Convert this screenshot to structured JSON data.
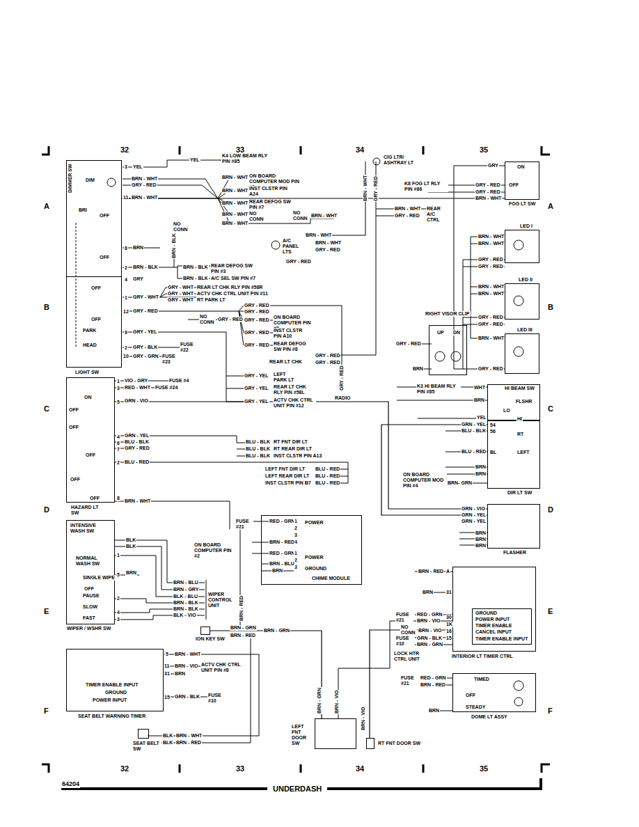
{
  "diagram": {
    "title": "UNDERDASH",
    "nodes": [
      {
        "text": [
          "LIGHT SW"
        ]
      },
      {
        "text": [
          "DIMMER SW"
        ],
        "in": 0
      },
      {
        "text": [
          "HAZARD LT SW"
        ]
      },
      {
        "text": [
          "WIPER / WSHR SW"
        ]
      },
      {
        "text": [
          "SEAT BELT WARNING TIMER"
        ]
      },
      {
        "text": [
          "SEAT BELT SW"
        ]
      },
      {
        "text": [
          "ION KEY SW"
        ]
      },
      {
        "text": [
          "CHIME MODULE"
        ]
      },
      {
        "text": [
          "FOG LT SW"
        ]
      },
      {
        "text": [
          "LED I"
        ]
      },
      {
        "text": [
          "LED II"
        ]
      },
      {
        "text": [
          "LED III"
        ]
      },
      {
        "text": [
          "RIGHT VISOR CLIP"
        ]
      },
      {
        "text": [
          "HI BEAM SW"
        ]
      },
      {
        "text": [
          "DIR LT SW"
        ]
      },
      {
        "text": [
          "FLASHER"
        ]
      },
      {
        "text": [
          "INTERIOR LT TIMER CTRL"
        ]
      },
      {
        "text": [
          "GROUND",
          "POWER INPUT",
          "TIMER ENABLE",
          "CANCEL INPUT",
          "TIMER ENABLE INPUT"
        ],
        "in": 16
      },
      {
        "text": [
          "DOME LT ASSY"
        ]
      },
      {
        "text": [
          "LEFT FNT DOOR SW"
        ]
      },
      {
        "text": [
          "RT FNT DOOR SW"
        ]
      }
    ],
    "edges": [
      {
        "from": 6,
        "to": 19,
        "arrow": "none"
      },
      {
        "from": 20,
        "to": 16,
        "arrow": "none"
      },
      {
        "from": 2,
        "to": 15,
        "arrow": "none"
      },
      {
        "from": 14,
        "to": 15,
        "arrow": "none"
      },
      {
        "from": 0,
        "to": 8,
        "arrow": "none"
      }
    ],
    "labels": [
      "32",
      "33",
      "34",
      "35",
      "32",
      "33",
      "34",
      "35",
      "A",
      "A",
      "B",
      "B",
      "C",
      "C",
      "D",
      "D",
      "E",
      "E",
      "F",
      "F",
      "64204",
      "3",
      "YEL",
      "YEL",
      "K4 LOW BEAM RLY PIN #85",
      "BRN - WHT",
      "GRY - RED",
      "11",
      "BRN - WHT",
      "DIM",
      "BRI",
      "OFF",
      "OFF",
      "8",
      "BRN",
      "2",
      "BRN - BLK",
      "4",
      "GRY",
      "1",
      "GRY - WHT",
      "12",
      "GRY - RED",
      "9",
      "GRY - YEL",
      "2",
      "GRY - BLK",
      "10",
      "GRY - GRN",
      "FUSE #22",
      "FUSE #23",
      "OFF",
      "OFF",
      "PARK",
      "HEAD",
      "BRN - WHT",
      "ON BOARD COMPUTER MOD PIN #9",
      "BRN - WHT",
      "INST CLSTR PIN A24",
      "BRN - WHT",
      "REAR DEFOG SW PIN #7",
      "BRN - WHT",
      "NO CONN",
      "BRN - WHT",
      "NO CONN",
      "BRN - WHT",
      "CIG LTR/ ASHTRAY LT",
      "BRN - WHT",
      "GRY - RED",
      "BRN - WHT",
      "GRY - RED",
      "REAR A/C CTRL",
      "NO CONN",
      "BRN - BLK",
      "BRN - BLK",
      "REAR DEFOG SW PIN #3",
      "BRN - BLK",
      "A/C SEL SW PIN #7",
      "A/C PANEL LTS",
      "BRN - WHT",
      "GRY - RED",
      "GRY - RED",
      "BRN - WHT",
      "GRY - WHT",
      "REAR LT CHK RLY PIN #58R",
      "GRY - WHT",
      "ACTV CHK CTRL UNIT PIN #11",
      "GRY - WHT",
      "RT PARK LT",
      "GRY - RED",
      "GRY - RED",
      "NO CONN",
      "GRY - RED",
      "GRY - RED",
      "ON BOARD COMPUTER PIN #8",
      "GRY - RED",
      "INST CLSTR PIN A10",
      "GRY - RED",
      "REAR DEFOG SW PIN #8",
      "REAR LT CHK",
      "GRY - RED",
      "GRY - RED",
      "GRY - RED",
      "RADIO",
      "GRY - YEL",
      "LEFT PARK LT",
      "GRY - YEL",
      "REAR LT CHK RLY PIN #58L",
      "GRY - YEL",
      "ACTV CHK CTRL UNIT PIN #12",
      "GRY",
      "ON",
      "OFF",
      "K8 FOG LT RLY PIN #86",
      "GRY - RED",
      "GRY - RED",
      "BRN - WHT",
      "BRN - WHT",
      "BRN - WHT",
      "GRY - RED",
      "GRY - RED",
      "BRN - WHT",
      "BRN - WHT",
      "GRY - RED",
      "GRY - RED",
      "BRN - WHT",
      "GRY - RED",
      "UP",
      "DN",
      "GRY - RED",
      "BRN",
      "1",
      "VIO - GRY",
      "FUSE #4",
      "3",
      "RED - WHT",
      "FUSE #24",
      "ON",
      "5",
      "GRN - VIO",
      "OFF",
      "OFF",
      "4",
      "GRN - YEL",
      "6",
      "BLU - BLK",
      "7",
      "GRY - RED",
      "OFF",
      "2",
      "BLU - RED",
      "OFF",
      "OFF",
      "8",
      "BRN - WHT",
      "BLU - BLK",
      "RT FNT DIR LT",
      "BLU - BLK",
      "RT REAR DIR LT",
      "BLU - BLK",
      "INST CLSTR PIN A13",
      "LEFT FNT DIR LT",
      "BLU - RED",
      "LEFT REAR DIR LT",
      "BLU - RED",
      "INST CLSTR PIN B7",
      "BLU - RED",
      "K3 HI BEAM RLY PIN #85",
      "WHT",
      "BRN",
      "FLSHR",
      "LO",
      "HI",
      "YEL",
      "GRN - YEL",
      "54",
      "BLU - BLK",
      "56",
      "RT",
      "BLU - RED",
      "BL",
      "LEFT",
      "BRN",
      "BRN",
      "ON BOARD COMPUTER MOD PIN #4",
      "BRN- GRN",
      "GRN - VIO",
      "GRN - YEL",
      "GRN - YEL",
      "BRN",
      "BRN",
      "BRN",
      "FUSE #21",
      "RED - GRN",
      "1",
      "2",
      "3",
      "4",
      "POWER",
      "BRN - RED",
      "RED - GRN",
      "1",
      "2",
      "3",
      "POWER",
      "BRN - BLU",
      "BRN",
      "GROUND",
      "ON BOARD COMPUTER PIN #2",
      "INTENSIVE WASH SW",
      "BLK",
      "BLK",
      "1",
      "NORMAL WASH SW",
      "5",
      "BRN",
      "SINGLE WIPE",
      "OFF",
      "PAUSE",
      "2",
      "SLOW",
      "4",
      "FAST",
      "3",
      "BRN - BLU",
      "BRN - GRY",
      "BLK - BLU",
      "BRN - BLK",
      "BRN - BLK",
      "BLK - VIO",
      "WIPER CONTROL UNIT",
      "BRN - GRN",
      "BRN - RED",
      "BRN - RED",
      "BRN - GRN",
      "5",
      "BRN - WHT",
      "11",
      "BRN - VIO",
      "ACTV CHK CTRL UNIT PIN #8",
      "31",
      "BRN",
      "TIMER ENABLE INPUT",
      "GROUND",
      "POWER INPUT",
      "15",
      "GRN - BLK",
      "FUSE #10",
      "BLK",
      "BLK",
      "BRN - WHT",
      "BRN - RED",
      "BRN - GRN",
      "BRN - VIO",
      "BRN - VIO",
      "BRN - RED",
      "A",
      "BRN",
      "31",
      "FUSE #21",
      "RED - GRN",
      "30",
      "BRN - VIO",
      "1K",
      "NO CONN",
      "BRN - VIO",
      "16",
      "FUSE #10",
      "GRN - BLK",
      "15",
      "BRN - GRN",
      "LOCK HTR CTRL UNIT",
      "FUSE #21",
      "RED - GRN",
      "BRN - RED",
      "TIMED",
      "OFF",
      "STEADY",
      "BRN"
    ]
  }
}
